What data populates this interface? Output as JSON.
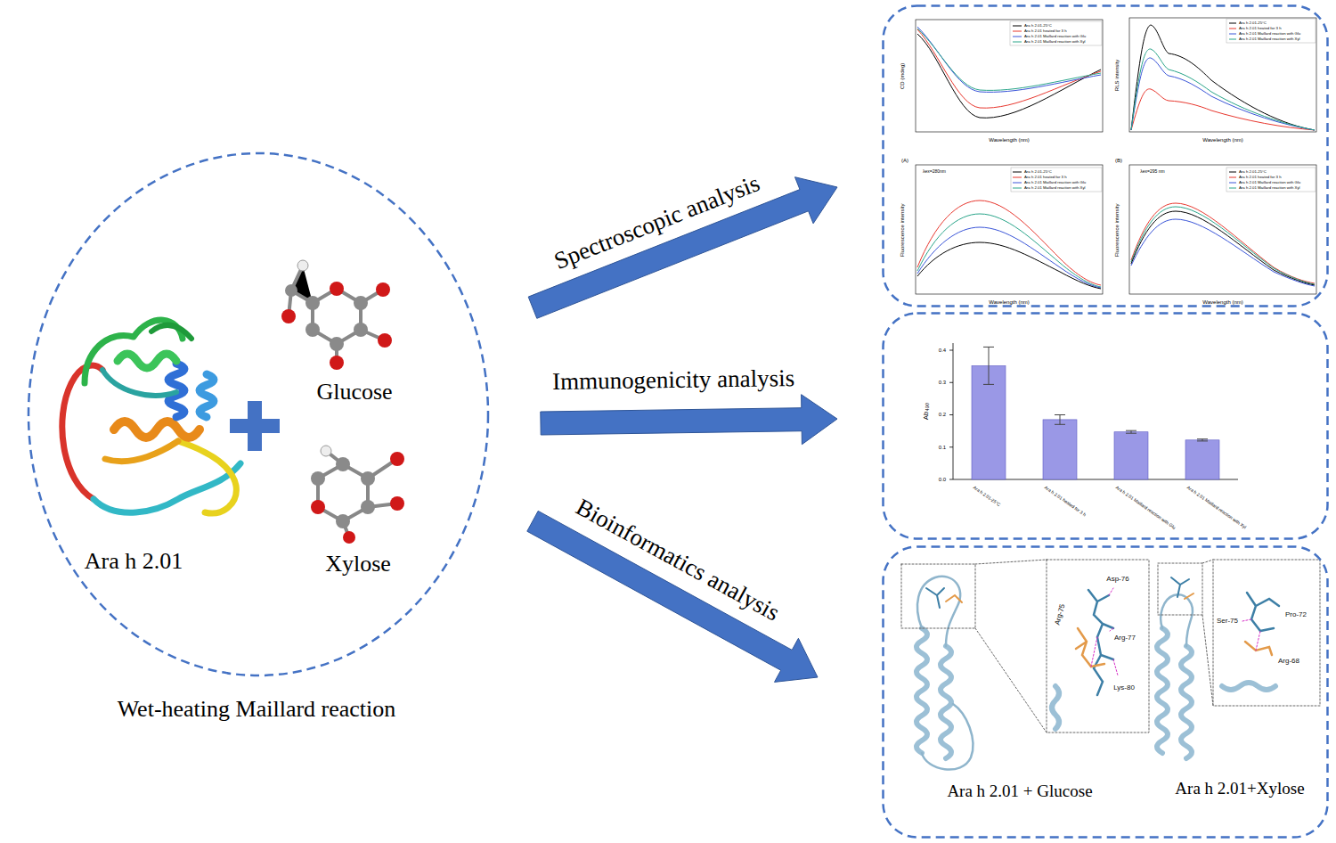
{
  "diagram": {
    "nodes": [
      {
        "text": [
          "Ara h 2.01",
          "Glucose",
          "Xylose",
          "Wet-heating Maillard reaction"
        ]
      },
      {
        "text": [
          "CD (mdeg)",
          "Wavelength (nm)",
          "Ara h 2.01-25°C",
          "Ara h 2.01 heated for 3 h",
          "Ara h 2.01 Maillard reaction with Glu",
          "Ara h 2.01 Maillard reaction with Xyl",
          "RLS intensity",
          "Wavelength (nm)",
          "Ara h 2.01-25°C",
          "Ara h 2.01 heated for 3 h",
          "Ara h 2.01 Maillard reaction with Glu",
          "Ara h 2.01 Maillard reaction with Xyl",
          "(A)",
          "λex=280nm",
          "Fluorescence intensity",
          "Wavelength (nm)",
          "Ara h 2.01-25°C",
          "Ara h 2.01 heated for 3 h",
          "Ara h 2.01 Maillard reaction with Glu",
          "Ara h 2.01 Maillard reaction with Xyl",
          "(B)",
          "λex=295 nm",
          "Fluorescence intensity",
          "Wavelength (nm)",
          "Ara h 2.01-25°C",
          "Ara h 2.01 heated for 3 h",
          "Ara h 2.01 Maillard reaction with Glu",
          "Ara h 2.01 Maillard reaction with Xyl"
        ]
      },
      {
        "text": [
          "Ab₄₉₀",
          "0.0",
          "0.1",
          "0.2",
          "0.3",
          "0.4",
          "Ara h 2.01-25°C",
          "Ara h 2.01 heated for 3 h",
          "Ara h 2.01 Maillard reaction with Glu",
          "Ara h 2.01 Maillard reaction with Xyl"
        ]
      },
      {
        "text": [
          "Asp-76",
          "Arg-75",
          "Arg-77",
          "Lys-80",
          "Ser-75",
          "Pro-72",
          "Arg-68",
          "Ara h 2.01 + Glucose",
          "Ara h 2.01+Xylose"
        ]
      }
    ],
    "edges": [
      {
        "from": 0,
        "to": 1,
        "arrow": "to",
        "label": "Spectroscopic analysis"
      },
      {
        "from": 0,
        "to": 2,
        "arrow": "to",
        "label": "Immunogenicity analysis"
      },
      {
        "from": 0,
        "to": 3,
        "arrow": "to",
        "label": "Bioinformatics analysis"
      }
    ]
  }
}
